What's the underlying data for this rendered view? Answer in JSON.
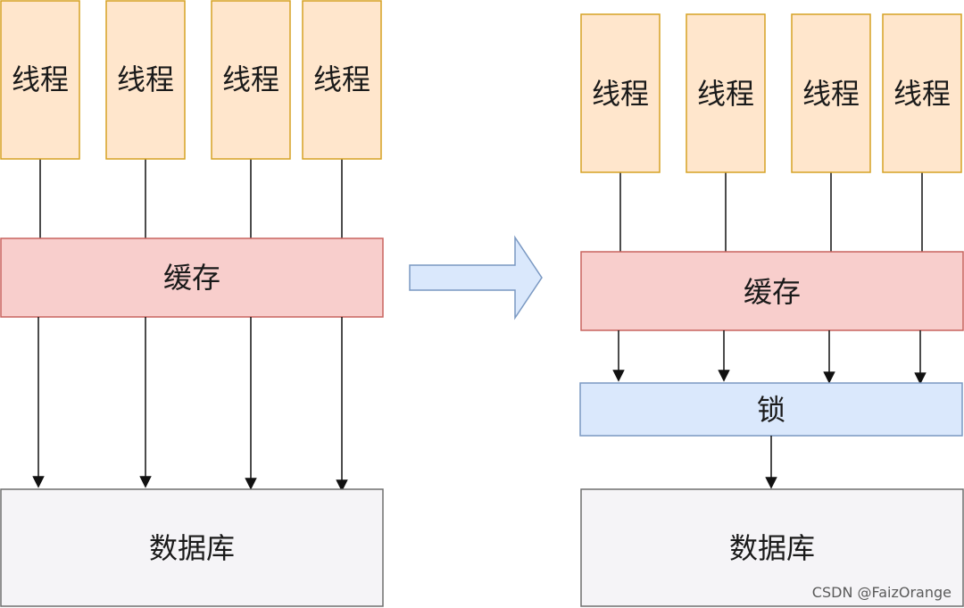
{
  "left": {
    "threads": [
      "线程",
      "线程",
      "线程",
      "线程"
    ],
    "cache": "缓存",
    "database": "数据库"
  },
  "right": {
    "threads": [
      "线程",
      "线程",
      "线程",
      "线程"
    ],
    "cache": "缓存",
    "lock": "锁",
    "database": "数据库"
  },
  "watermark": "CSDN @FaizOrange",
  "colors": {
    "thread_fill": "#ffe6cc",
    "cache_fill": "#f8cecc",
    "lock_fill": "#dae8fc",
    "db_fill": "#f5f4f7",
    "arrow_fill": "#dae8fc"
  }
}
